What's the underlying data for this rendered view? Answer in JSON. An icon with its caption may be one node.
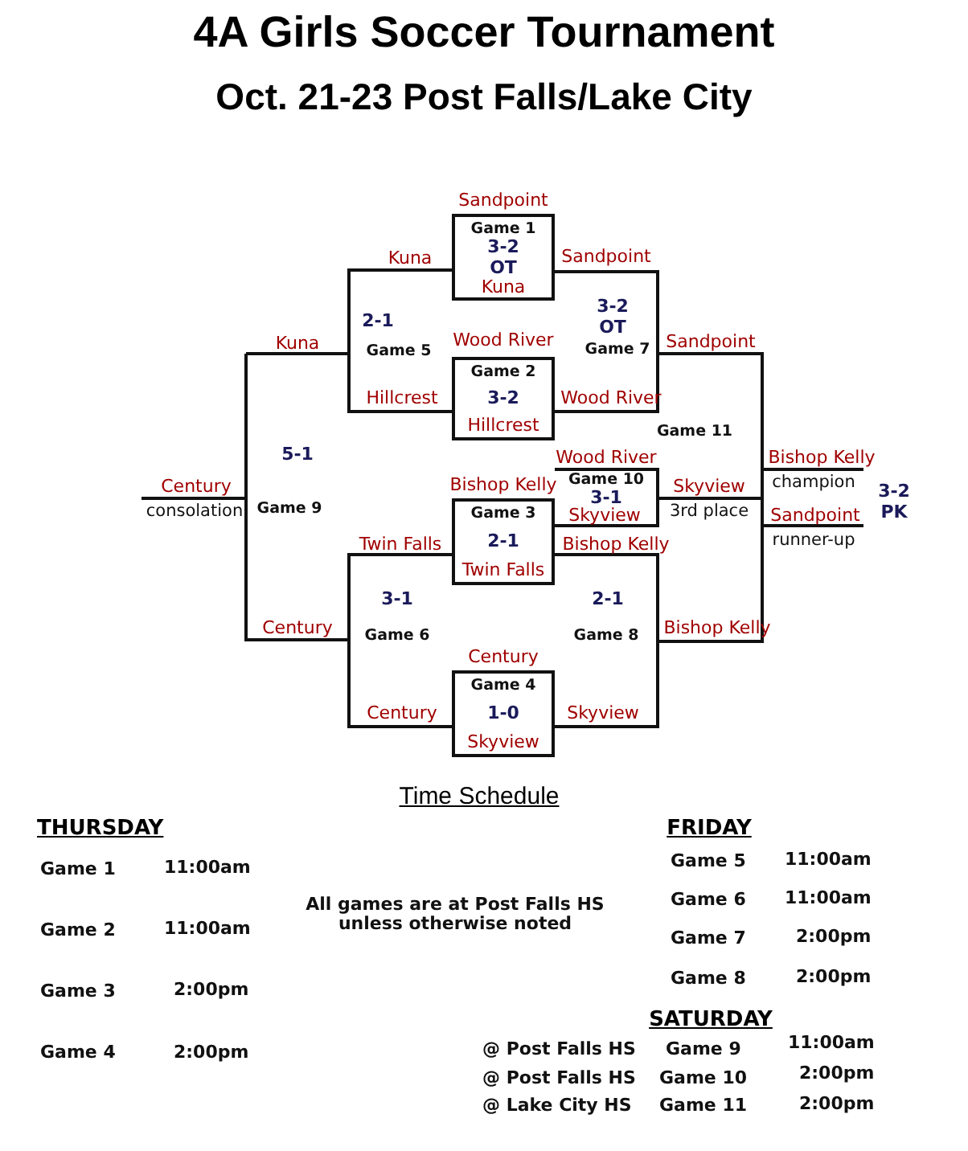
{
  "diagram": {
    "title": "4A Girls Soccer Tournament",
    "nodes": [
      {
        "text": [
          "Game 1",
          "3-2 OT",
          "Kuna"
        ]
      },
      {
        "text": [
          "Game 2",
          "3-2",
          "Hillcrest"
        ]
      },
      {
        "text": [
          "Game 3",
          "2-1",
          "Twin Falls"
        ]
      },
      {
        "text": [
          "Game 4",
          "1-0",
          "Skyview"
        ]
      }
    ],
    "edges": [],
    "labels": [
      "Oct. 21-23 Post Falls/Lake City",
      "Sandpoint",
      "Kuna",
      "Sandpoint",
      "2-1",
      "3-2",
      "OT",
      "Kuna",
      "Game 5",
      "Wood River",
      "Game 7",
      "Sandpoint",
      "Hillcrest",
      "Wood River",
      "Game 11",
      "5-1",
      "Wood River",
      "Bishop Kelly",
      "Century",
      "Bishop Kelly",
      "Game 10",
      "3-1",
      "Skyview",
      "champion",
      "3-2",
      "consolation",
      "Game 9",
      "Skyview",
      "3rd place",
      "Sandpoint",
      "PK",
      "Twin Falls",
      "Bishop Kelly",
      "runner-up",
      "3-1",
      "2-1",
      "Century",
      "Bishop Kelly",
      "Game 6",
      "Game 8",
      "Century",
      "Century",
      "Skyview",
      "Time Schedule",
      "THURSDAY",
      "FRIDAY",
      "Game 1",
      "11:00am",
      "Game 5",
      "11:00am",
      "Game 6",
      "11:00am",
      "All games are at Post Falls HS unless otherwise noted",
      "Game 2",
      "11:00am",
      "Game 7",
      "2:00pm",
      "Game 8",
      "2:00pm",
      "Game 3",
      "2:00pm",
      "SATURDAY",
      "@ Post Falls HS",
      "Game 9",
      "11:00am",
      "Game 4",
      "2:00pm",
      "@ Post Falls HS",
      "Game 10",
      "2:00pm",
      "@ Lake City HS",
      "Game 11",
      "2:00pm"
    ]
  }
}
